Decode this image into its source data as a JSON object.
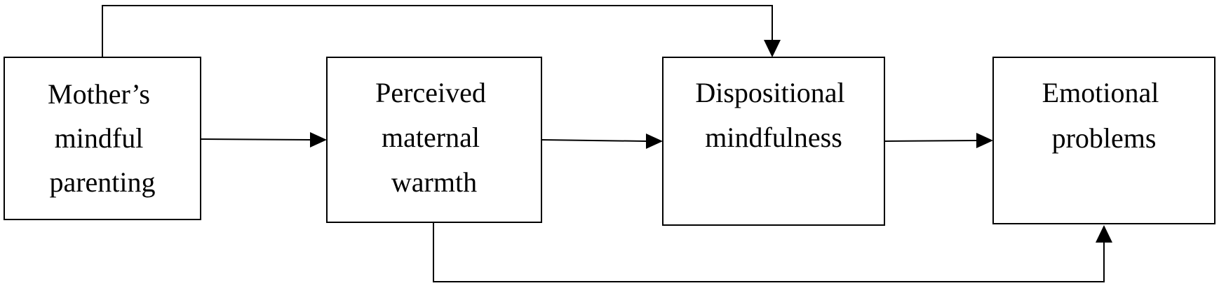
{
  "diagram": {
    "nodes": [
      {
        "id": "mothers-mindful-parenting",
        "lines": [
          "Mother’s",
          "mindful",
          "parenting"
        ]
      },
      {
        "id": "perceived-maternal-warmth",
        "lines": [
          "Perceived",
          "maternal",
          "warmth"
        ]
      },
      {
        "id": "dispositional-mindfulness",
        "lines": [
          "Dispositional",
          "mindfulness"
        ]
      },
      {
        "id": "emotional-problems",
        "lines": [
          "Emotional",
          "problems"
        ]
      }
    ],
    "edges": [
      {
        "from": "mothers-mindful-parenting",
        "to": "perceived-maternal-warmth"
      },
      {
        "from": "perceived-maternal-warmth",
        "to": "dispositional-mindfulness"
      },
      {
        "from": "dispositional-mindfulness",
        "to": "emotional-problems"
      },
      {
        "from": "mothers-mindful-parenting",
        "to": "dispositional-mindfulness"
      },
      {
        "from": "perceived-maternal-warmth",
        "to": "emotional-problems"
      }
    ],
    "colors": {
      "line": "#000000",
      "background": "#ffffff"
    }
  }
}
